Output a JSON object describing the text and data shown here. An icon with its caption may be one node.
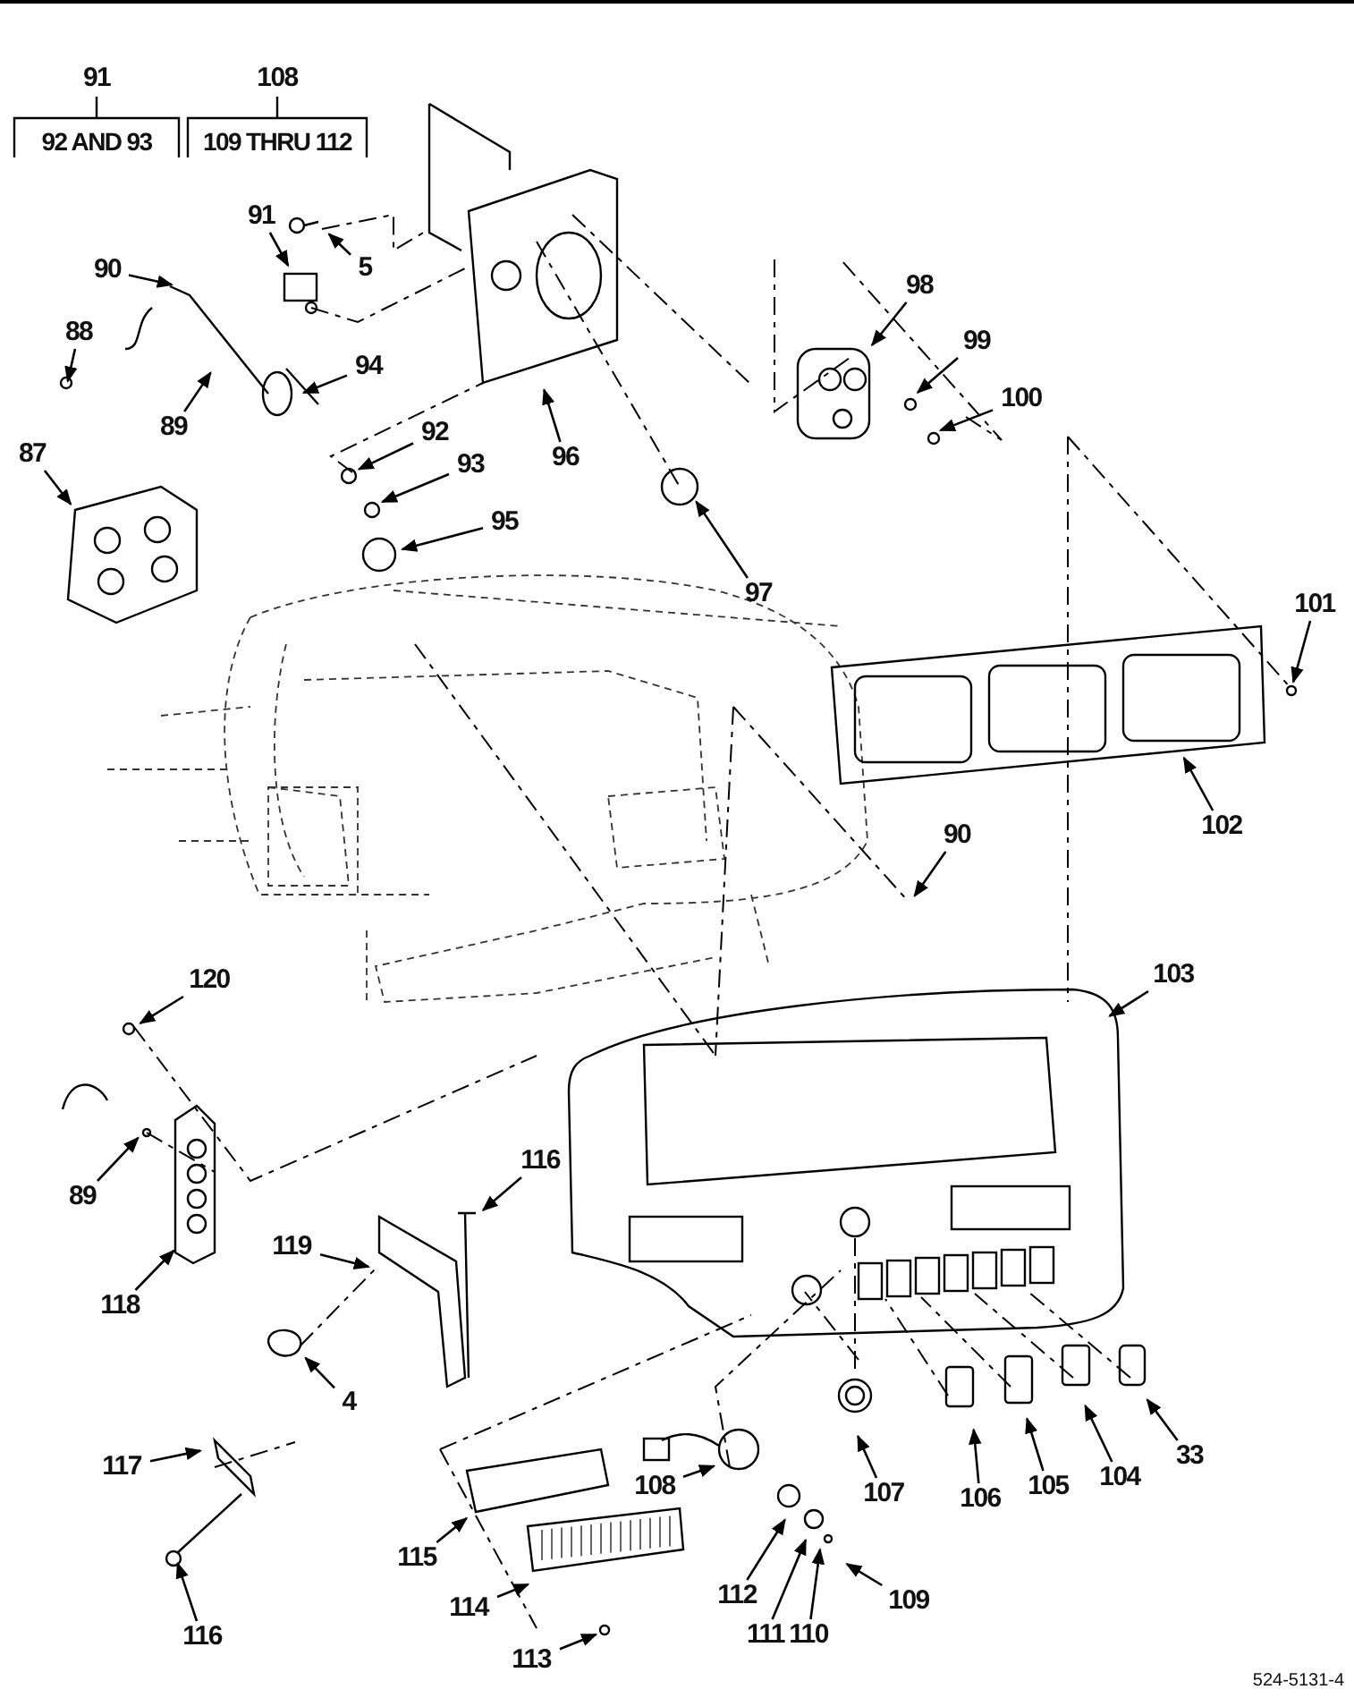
{
  "diagram": {
    "nodes": [
      {
        "text": [
          "5"
        ]
      },
      {
        "text": [
          "91"
        ]
      },
      {
        "text": [
          "90"
        ]
      },
      {
        "text": [
          "88"
        ]
      },
      {
        "text": [
          "89"
        ]
      },
      {
        "text": [
          "94"
        ]
      },
      {
        "text": [
          "87"
        ]
      },
      {
        "text": [
          "92"
        ]
      },
      {
        "text": [
          "93"
        ]
      },
      {
        "text": [
          "95"
        ]
      },
      {
        "text": [
          "96"
        ]
      },
      {
        "text": [
          "97"
        ]
      },
      {
        "text": [
          "98"
        ]
      },
      {
        "text": [
          "99"
        ]
      },
      {
        "text": [
          "100"
        ]
      },
      {
        "text": [
          "101"
        ]
      },
      {
        "text": [
          "102"
        ]
      },
      {
        "text": [
          "90"
        ]
      },
      {
        "text": [
          "103"
        ]
      },
      {
        "text": [
          "120"
        ]
      },
      {
        "text": [
          "89"
        ]
      },
      {
        "text": [
          "118"
        ]
      },
      {
        "text": [
          "119"
        ]
      },
      {
        "text": [
          "116"
        ]
      },
      {
        "text": [
          "4"
        ]
      },
      {
        "text": [
          "117"
        ]
      },
      {
        "text": [
          "116"
        ]
      },
      {
        "text": [
          "115"
        ]
      },
      {
        "text": [
          "114"
        ]
      },
      {
        "text": [
          "113"
        ]
      },
      {
        "text": [
          "108"
        ]
      },
      {
        "text": [
          "112"
        ]
      },
      {
        "text": [
          "111"
        ]
      },
      {
        "text": [
          "110"
        ]
      },
      {
        "text": [
          "109"
        ]
      },
      {
        "text": [
          "107"
        ]
      },
      {
        "text": [
          "106"
        ]
      },
      {
        "text": [
          "105"
        ]
      },
      {
        "text": [
          "104"
        ]
      },
      {
        "text": [
          "33"
        ]
      }
    ],
    "edges": [
      {
        "from": 0,
        "to": null,
        "arrow": "to"
      },
      {
        "from": 1,
        "to": null,
        "arrow": "to"
      },
      {
        "from": 2,
        "to": null,
        "arrow": "to"
      },
      {
        "from": 3,
        "to": null,
        "arrow": "to"
      },
      {
        "from": 4,
        "to": null,
        "arrow": "to"
      },
      {
        "from": 5,
        "to": null,
        "arrow": "to"
      },
      {
        "from": 6,
        "to": null,
        "arrow": "to"
      },
      {
        "from": 7,
        "to": null,
        "arrow": "to"
      },
      {
        "from": 8,
        "to": null,
        "arrow": "to"
      },
      {
        "from": 9,
        "to": null,
        "arrow": "to"
      },
      {
        "from": 10,
        "to": null,
        "arrow": "to"
      },
      {
        "from": 11,
        "to": null,
        "arrow": "to"
      },
      {
        "from": 12,
        "to": null,
        "arrow": "to"
      },
      {
        "from": 13,
        "to": null,
        "arrow": "to"
      },
      {
        "from": 14,
        "to": null,
        "arrow": "to"
      },
      {
        "from": 15,
        "to": null,
        "arrow": "to"
      },
      {
        "from": 16,
        "to": null,
        "arrow": "to"
      },
      {
        "from": 17,
        "to": null,
        "arrow": "to"
      },
      {
        "from": 18,
        "to": null,
        "arrow": "to"
      },
      {
        "from": 19,
        "to": null,
        "arrow": "to"
      },
      {
        "from": 20,
        "to": null,
        "arrow": "to"
      },
      {
        "from": 21,
        "to": null,
        "arrow": "to"
      },
      {
        "from": 22,
        "to": null,
        "arrow": "to"
      },
      {
        "from": 23,
        "to": null,
        "arrow": "to"
      },
      {
        "from": 24,
        "to": null,
        "arrow": "to"
      },
      {
        "from": 25,
        "to": null,
        "arrow": "to"
      },
      {
        "from": 26,
        "to": null,
        "arrow": "to"
      },
      {
        "from": 27,
        "to": null,
        "arrow": "to"
      },
      {
        "from": 28,
        "to": null,
        "arrow": "to"
      },
      {
        "from": 29,
        "to": null,
        "arrow": "to"
      },
      {
        "from": 30,
        "to": null,
        "arrow": "to"
      },
      {
        "from": 31,
        "to": null,
        "arrow": "to"
      },
      {
        "from": 32,
        "to": null,
        "arrow": "to"
      },
      {
        "from": 33,
        "to": null,
        "arrow": "to"
      },
      {
        "from": 34,
        "to": null,
        "arrow": "to"
      },
      {
        "from": 35,
        "to": null,
        "arrow": "to"
      },
      {
        "from": 36,
        "to": null,
        "arrow": "to"
      },
      {
        "from": 37,
        "to": null,
        "arrow": "to"
      },
      {
        "from": 38,
        "to": null,
        "arrow": "to"
      },
      {
        "from": 39,
        "to": null,
        "arrow": "to"
      }
    ],
    "labels": [
      "91",
      "92 AND 93",
      "108",
      "109 THRU 112",
      "524-5131-4"
    ]
  }
}
